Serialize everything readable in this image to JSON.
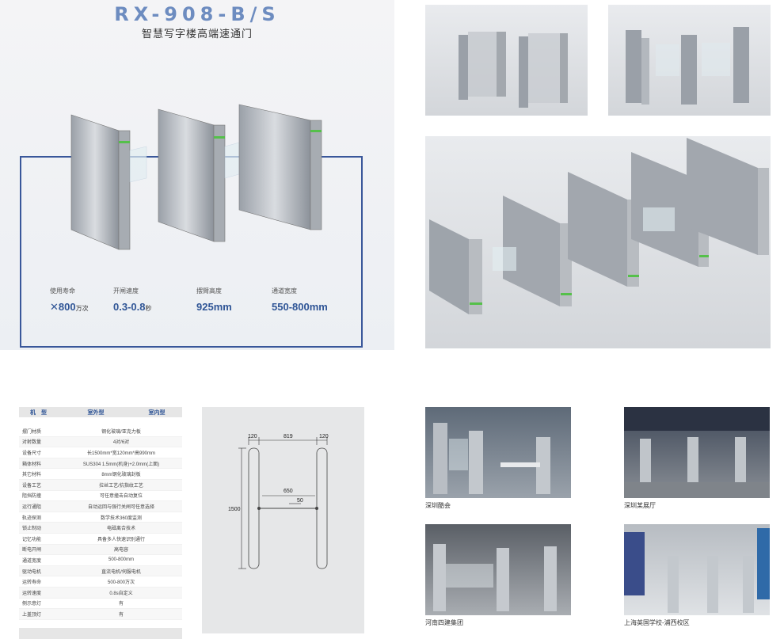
{
  "hero": {
    "title": "RX-908-B/S",
    "subtitle": "智慧写字楼高端速通门",
    "specs": [
      {
        "label": "使用寿命",
        "value": "800",
        "unit": "万次"
      },
      {
        "label": "开闸速度",
        "value": "0.3-0.8",
        "unit": "秒"
      },
      {
        "label": "摆臂高度",
        "value": "925mm",
        "unit": ""
      },
      {
        "label": "通道宽度",
        "value": "550-800mm",
        "unit": ""
      }
    ]
  },
  "table": {
    "headers": [
      "机　型",
      "室外型",
      "室内型"
    ],
    "rows": [
      [
        "摆门材质",
        "钢化玻璃/亚克力板"
      ],
      [
        "对射数量",
        "4对/6对"
      ],
      [
        "设备尺寸",
        "长1500mm*宽120mm*高990mm"
      ],
      [
        "箱体材料",
        "SUS304 1.5mm(机身)+2.0mm(上面)"
      ],
      [
        "其它材料",
        "8mm钢化玻璃封板"
      ],
      [
        "设备工艺",
        "拉丝工艺/抗指纹工艺"
      ],
      [
        "阻挡防撞",
        "可任意撞击自动复位"
      ],
      [
        "运行通阻",
        "自动运回与强行关闸可任意选择"
      ],
      [
        "轨迹探测",
        "数学技术360度监测"
      ],
      [
        "锁止制动",
        "电磁离合技术"
      ],
      [
        "记忆功能",
        "具备多人快速识别通行"
      ],
      [
        "断电开闸",
        "高电容"
      ],
      [
        "通道宽度",
        "500-800mm"
      ],
      [
        "驱动电机",
        "直流电机/伺服电机"
      ],
      [
        "运转寿命",
        "500-800万次"
      ],
      [
        "运转速度",
        "0.8s自定义"
      ],
      [
        "侧示意灯",
        "有"
      ],
      [
        "上盖顶灯",
        "有"
      ]
    ]
  },
  "drawing": {
    "dims": [
      "120",
      "819",
      "120",
      "650",
      "50",
      "1500"
    ]
  },
  "captions": [
    "深圳酷会",
    "深圳某展厅",
    "河南四建集团",
    "上海英国学校-浦西校区"
  ]
}
